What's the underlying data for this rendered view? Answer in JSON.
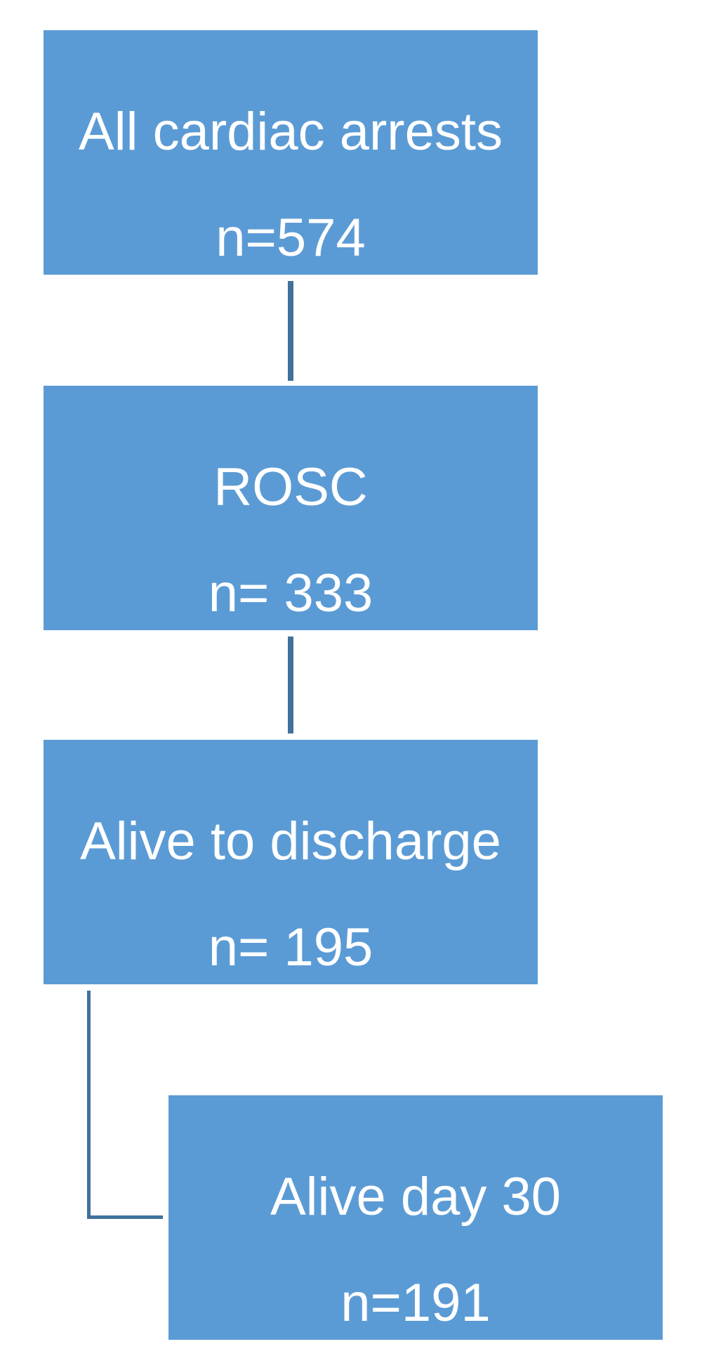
{
  "flowchart": {
    "boxes": [
      {
        "line1": "All cardiac arrests",
        "line2": "n=574"
      },
      {
        "line1": "ROSC",
        "line2": "n= 333"
      },
      {
        "line1": "Alive to discharge",
        "line2": "n= 195"
      },
      {
        "line1": "Alive day 30",
        "line2": "n=191"
      }
    ]
  },
  "colors": {
    "box_fill": "#5b9bd5",
    "connector": "#41719c",
    "text": "#ffffff"
  }
}
